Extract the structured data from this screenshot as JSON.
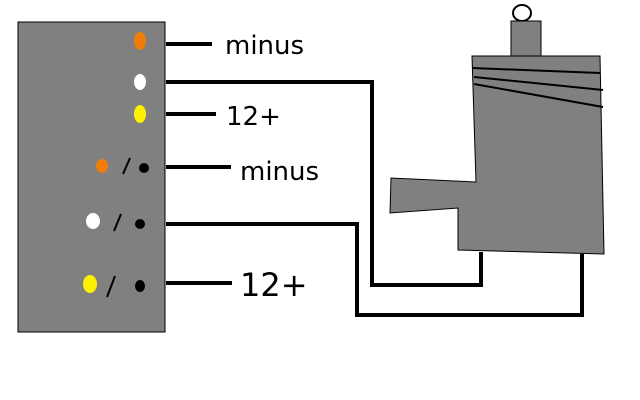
{
  "labels": {
    "row1": "minus",
    "row3": "12+",
    "row4": "minus",
    "row6": "12+"
  },
  "colors": {
    "box": "#808080",
    "orange": "#f07c0a",
    "white": "#ffffff",
    "yellow": "#fff200",
    "black": "#000000"
  }
}
